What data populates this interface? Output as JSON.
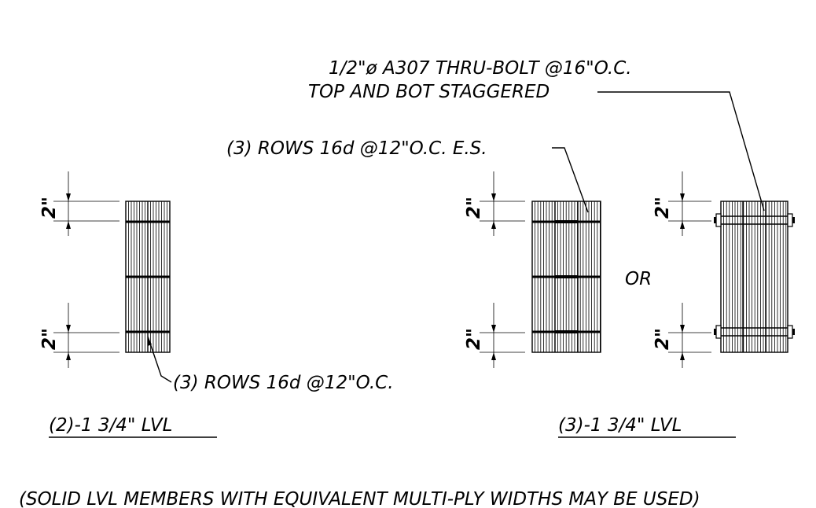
{
  "notes": {
    "bolt_line1": "1/2\"ø A307 THRU-BOLT @16\"O.C.",
    "bolt_line2": "TOP AND BOT STAGGERED",
    "nails_es": "(3) ROWS 16d @12\"O.C. E.S.",
    "nails": "(3) ROWS 16d @12\"O.C.",
    "or": "OR"
  },
  "dimensions": {
    "edge_distance": "2\""
  },
  "titles": {
    "two_ply": "(2)-1 3/4\" LVL",
    "three_ply": "(3)-1 3/4\" LVL"
  },
  "footer": {
    "text": "(SOLID LVL MEMBERS WITH EQUIVALENT MULTI-PLY WIDTHS MAY BE USED)"
  }
}
